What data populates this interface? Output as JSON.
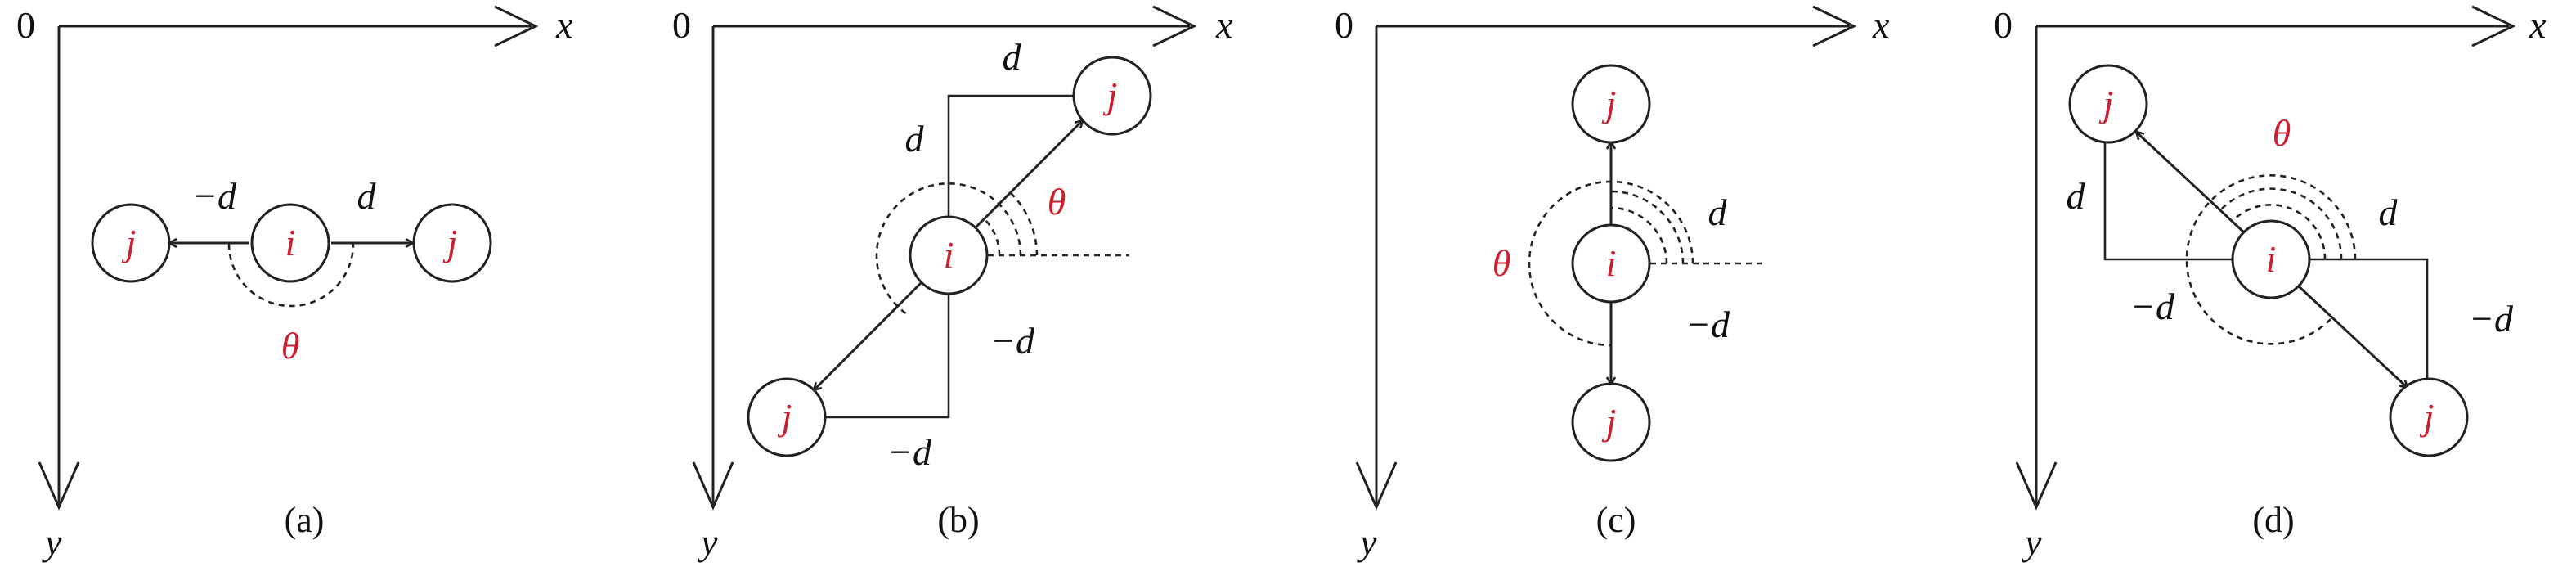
{
  "colors": {
    "ink": "#222222",
    "accent": "#cc1f2e"
  },
  "panels": [
    {
      "caption": "(a)",
      "origin": "0",
      "x_axis": "x",
      "y_axis": "y",
      "center_node": "i",
      "neighbor_nodes": [
        "j",
        "j"
      ],
      "offsets": [
        "−d",
        "d"
      ],
      "angle": "θ"
    },
    {
      "caption": "(b)",
      "origin": "0",
      "x_axis": "x",
      "y_axis": "y",
      "center_node": "i",
      "neighbor_nodes": [
        "j",
        "j"
      ],
      "offsets": [
        "d",
        "d",
        "−d",
        "−d"
      ],
      "angle": "θ"
    },
    {
      "caption": "(c)",
      "origin": "0",
      "x_axis": "x",
      "y_axis": "y",
      "center_node": "i",
      "neighbor_nodes": [
        "j",
        "j"
      ],
      "offsets": [
        "d",
        "−d"
      ],
      "angle": "θ"
    },
    {
      "caption": "(d)",
      "origin": "0",
      "x_axis": "x",
      "y_axis": "y",
      "center_node": "i",
      "neighbor_nodes": [
        "j",
        "j"
      ],
      "offsets": [
        "d",
        "−d",
        "d",
        "−d"
      ],
      "angle": "θ"
    }
  ]
}
